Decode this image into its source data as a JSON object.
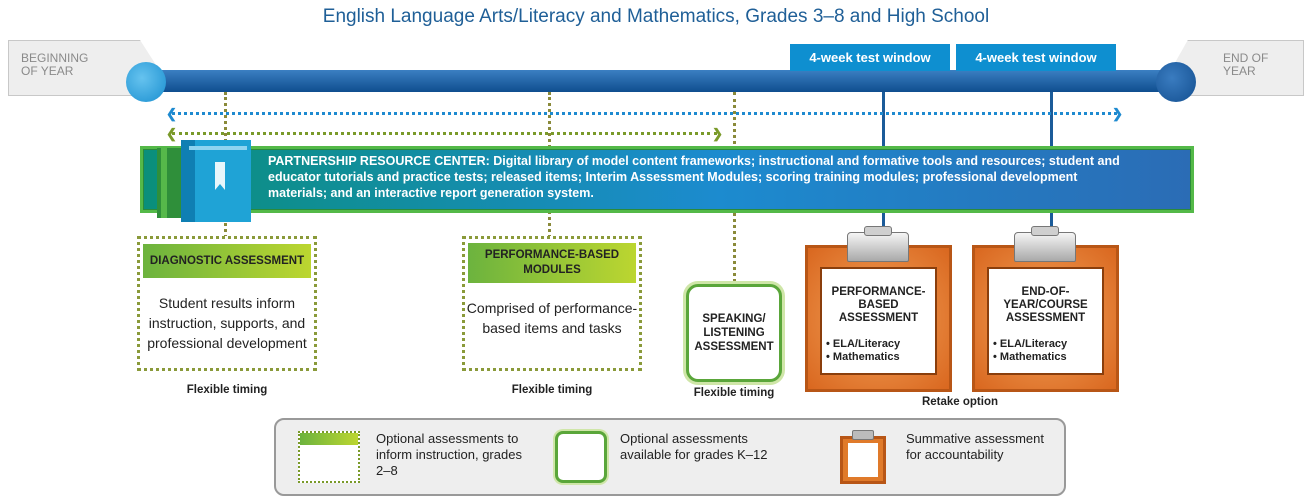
{
  "title": "English Language Arts/Literacy and Mathematics, Grades 3–8 and High School",
  "timeline": {
    "beginning_label": "BEGINNING OF YEAR",
    "end_label": "END OF YEAR",
    "windows": [
      "4-week test window",
      "4-week test window"
    ]
  },
  "resource_center": {
    "text": "PARTNERSHIP RESOURCE CENTER: Digital library of model content frameworks; instructional and formative tools and resources; student and educator tutorials and practice tests; released items; Interim Assessment Modules; scoring training modules; professional development materials; and an interactive report generation system."
  },
  "diagnostic": {
    "heading": "DIAGNOSTIC ASSESSMENT",
    "body": "Student results inform instruction, supports, and professional development",
    "caption": "Flexible timing"
  },
  "performance_modules": {
    "heading": "PERFORMANCE-BASED MODULES",
    "body": "Comprised of performance-based items and tasks",
    "caption": "Flexible timing"
  },
  "speaking_listening": {
    "heading": "SPEAKING/ LISTENING ASSESSMENT",
    "caption": "Flexible timing"
  },
  "summative": {
    "performance_based": {
      "title": "PERFORMANCE-BASED ASSESSMENT",
      "items": [
        "ELA/Literacy",
        "Mathematics"
      ]
    },
    "end_of_year": {
      "title": "END-OF-YEAR/COURSE ASSESSMENT",
      "items": [
        "ELA/Literacy",
        "Mathematics"
      ]
    },
    "caption": "Retake option"
  },
  "legend": {
    "optional_2_8": "Optional assessments to inform instruction, grades 2–8",
    "optional_k12": "Optional assessments available for grades K–12",
    "summative": "Summative assessment for accountability"
  },
  "colors": {
    "title_blue": "#1f5f97",
    "timeline_blue": "#0f4e8f",
    "window_blue": "#0e8fd0",
    "green": "#54b948",
    "orange": "#d9671f"
  }
}
